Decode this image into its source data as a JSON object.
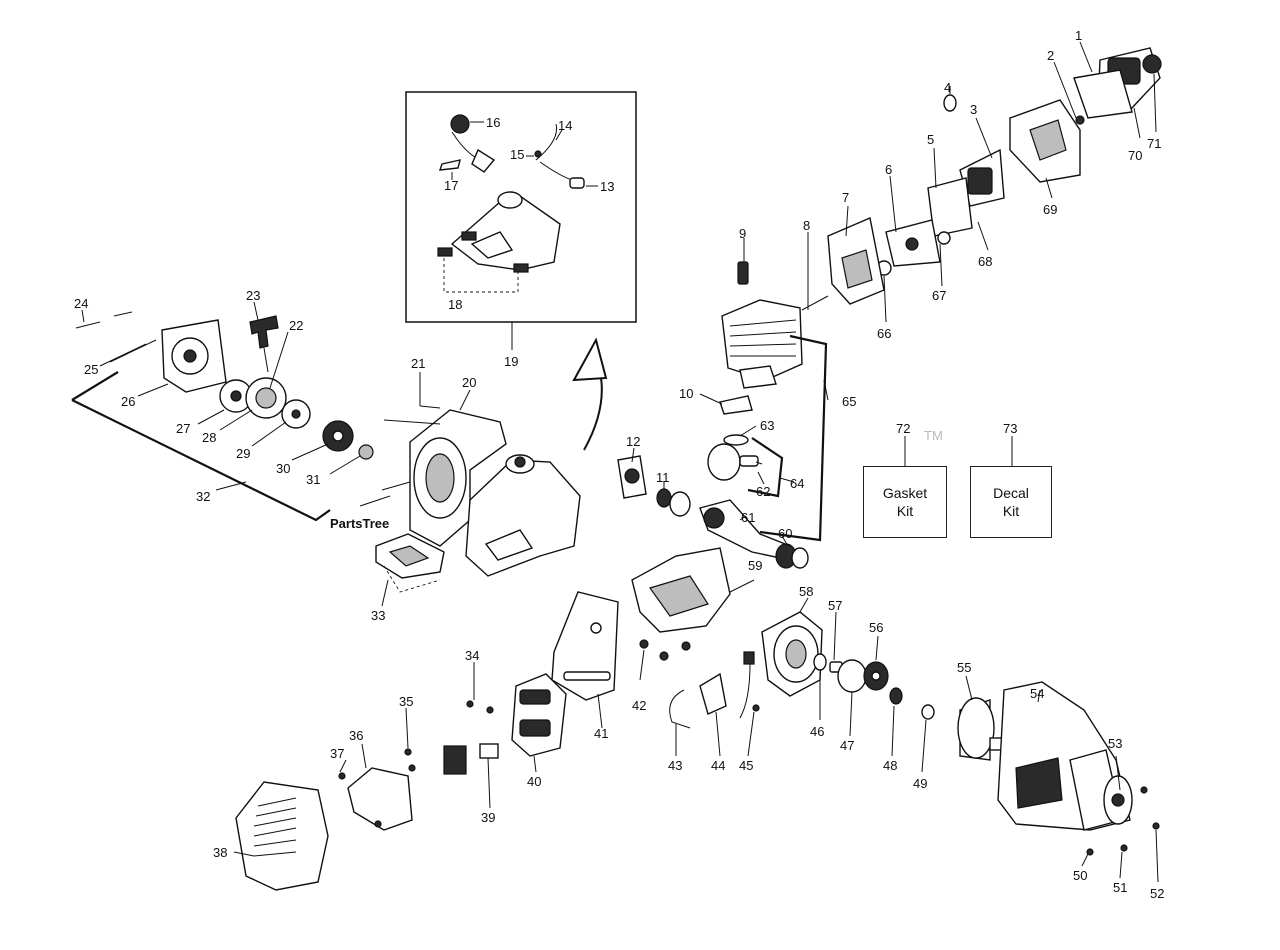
{
  "watermark": {
    "text": "PartsTree",
    "tm": "TM"
  },
  "kits": {
    "gasket": {
      "number": "72",
      "line1": "Gasket",
      "line2": "Kit"
    },
    "decal": {
      "number": "73",
      "line1": "Decal",
      "line2": "Kit"
    }
  },
  "callouts": {
    "c1": "1",
    "c2": "2",
    "c3": "3",
    "c4": "4",
    "c5": "5",
    "c6": "6",
    "c7": "7",
    "c8": "8",
    "c9": "9",
    "c10": "10",
    "c11": "11",
    "c12": "12",
    "c13": "13",
    "c14": "14",
    "c15": "15",
    "c16": "16",
    "c17": "17",
    "c18": "18",
    "c19": "19",
    "c20": "20",
    "c21": "21",
    "c22": "22",
    "c23": "23",
    "c24": "24",
    "c25": "25",
    "c26": "26",
    "c27": "27",
    "c28": "28",
    "c29": "29",
    "c30": "30",
    "c31": "31",
    "c32": "32",
    "c33": "33",
    "c34": "34",
    "c35": "35",
    "c36": "36",
    "c37": "37",
    "c38": "38",
    "c39": "39",
    "c40": "40",
    "c41": "41",
    "c42": "42",
    "c43": "43",
    "c44": "44",
    "c45": "45",
    "c46": "46",
    "c47": "47",
    "c48": "48",
    "c49": "49",
    "c50": "50",
    "c51": "51",
    "c52": "52",
    "c53": "53",
    "c54": "54",
    "c55": "55",
    "c56": "56",
    "c57": "57",
    "c58": "58",
    "c59": "59",
    "c60": "60",
    "c61": "61",
    "c62": "62",
    "c63": "63",
    "c64": "64",
    "c65": "65",
    "c66": "66",
    "c67": "67",
    "c68": "68",
    "c69": "69",
    "c70": "70",
    "c71": "71"
  }
}
